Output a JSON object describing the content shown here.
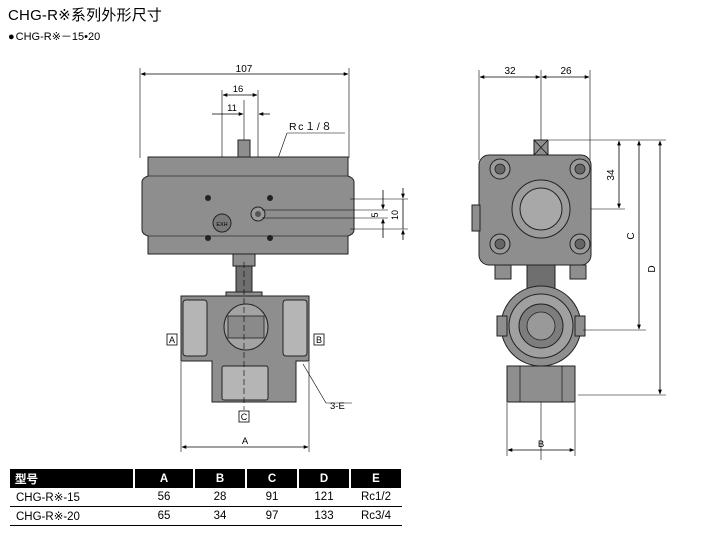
{
  "header": {
    "title": "CHG-R※系列外形尺寸",
    "subtitle_bullet": "●",
    "subtitle": "CHG-R※－15•20"
  },
  "front_view": {
    "dim_overall_width": "107",
    "dim_16": "16",
    "dim_11": "11",
    "port_label": "Rc１/８",
    "dim_5": "5",
    "dim_10": "10",
    "exh_label": "EXH",
    "port_a": "A",
    "port_b": "B",
    "port_c": "C",
    "dim_a": "A",
    "callout_3e": "3-E"
  },
  "side_view": {
    "dim_32": "32",
    "dim_26": "26",
    "dim_34": "34",
    "dim_c": "C",
    "dim_d": "D",
    "dim_b": "B"
  },
  "colors": {
    "body": "#8e8e8e",
    "body_dark": "#6f6f6f",
    "body_light": "#b5b5b5",
    "table_header_bg": "#000000",
    "table_header_text": "#ffffff"
  },
  "spec_table": {
    "headers": [
      "型号",
      "A",
      "B",
      "C",
      "D",
      "E"
    ],
    "rows": [
      [
        "CHG-R※-15",
        "56",
        "28",
        "91",
        "121",
        "Rc1/2"
      ],
      [
        "CHG-R※-20",
        "65",
        "34",
        "97",
        "133",
        "Rc3/4"
      ]
    ]
  }
}
